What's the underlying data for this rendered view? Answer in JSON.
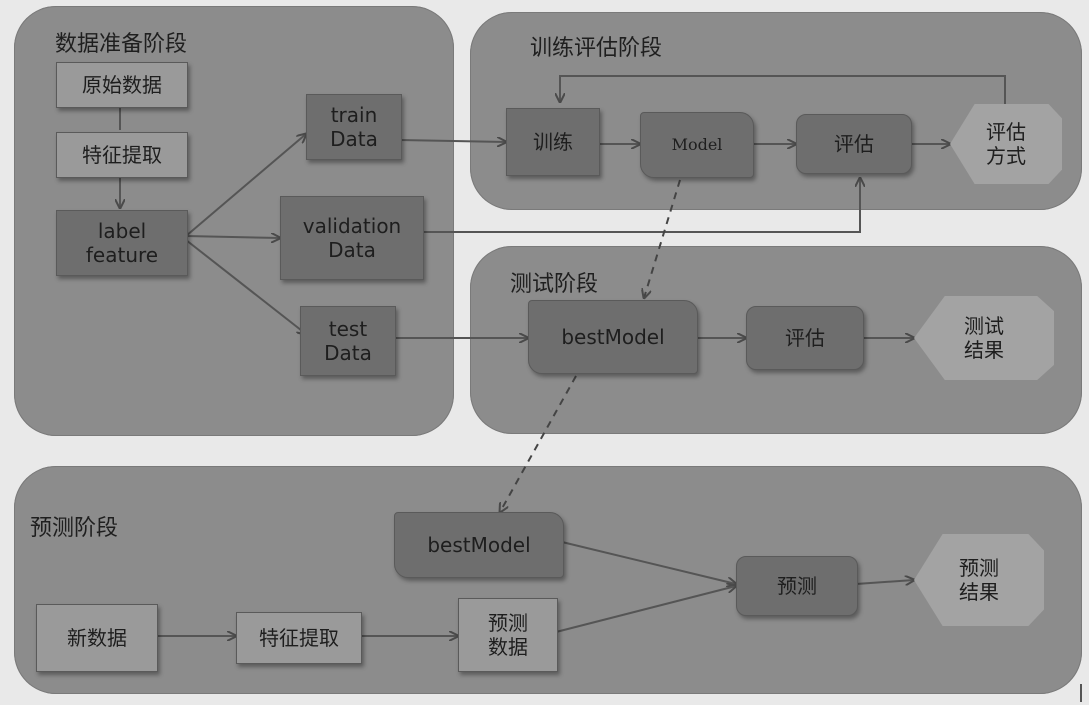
{
  "panels": {
    "data_prep": "数据准备阶段",
    "train_eval": "训练评估阶段",
    "test": "测试阶段",
    "predict": "预测阶段"
  },
  "nodes": {
    "raw_data": "原始数据",
    "feature_extract_1": "特征提取",
    "label_feature": "label\nfeature",
    "train_data": "train\nData",
    "validation_data": "validation\nData",
    "test_data": "test\nData",
    "train": "训练",
    "model": "Model",
    "evaluate_1": "评估",
    "eval_method": "评估\n方式",
    "best_model_1": "bestModel",
    "evaluate_2": "评估",
    "test_result": "测试\n结果",
    "best_model_2": "bestModel",
    "new_data": "新数据",
    "feature_extract_2": "特征提取",
    "predict_data": "预测\n数据",
    "predict": "预测",
    "predict_result": "预测\n结果"
  }
}
